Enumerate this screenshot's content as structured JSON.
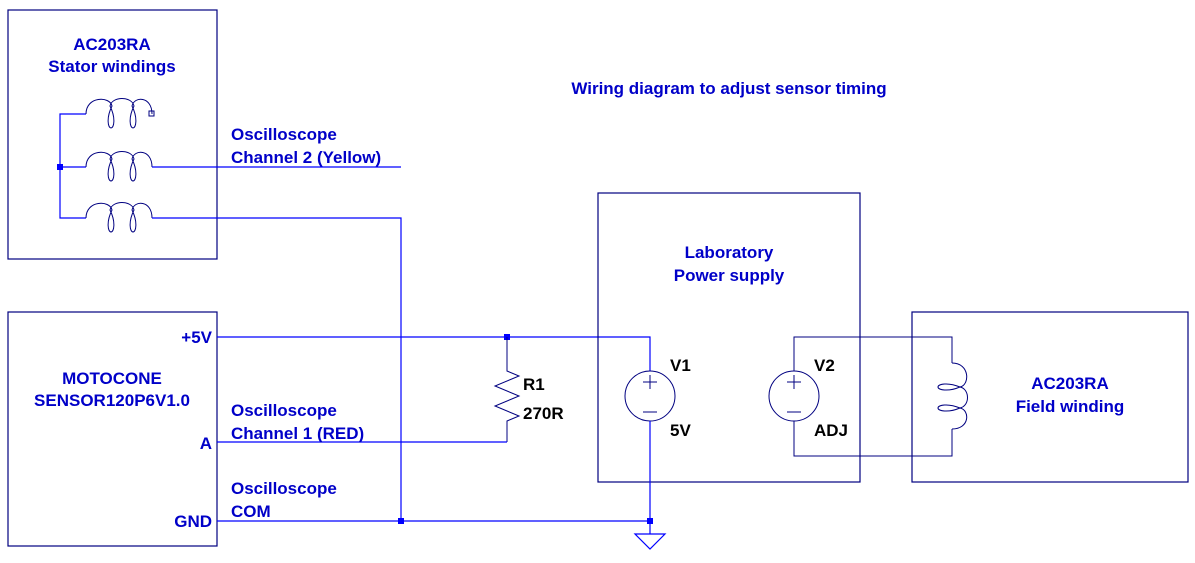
{
  "title": "Wiring diagram to adjust sensor timing",
  "blocks": {
    "stator": {
      "line1": "AC203RA",
      "line2": "Stator windings"
    },
    "sensor": {
      "line1": "MOTOCONE",
      "line2": "SENSOR120P6V1.0",
      "pins": [
        "+5V",
        "A",
        "GND"
      ]
    },
    "power_supply": {
      "line1": "Laboratory",
      "line2": "Power supply"
    },
    "field": {
      "line1": "AC203RA",
      "line2": "Field winding"
    }
  },
  "net_labels": {
    "ch2": {
      "line1": "Oscilloscope",
      "line2": "Channel 2 (Yellow)"
    },
    "ch1": {
      "line1": "Oscilloscope",
      "line2": "Channel 1 (RED)"
    },
    "com": {
      "line1": "Oscilloscope",
      "line2": "COM"
    }
  },
  "components": {
    "r1": {
      "name": "R1",
      "value": "270R"
    },
    "v1": {
      "name": "V1",
      "value": "5V"
    },
    "v2": {
      "name": "V2",
      "value": "ADJ"
    }
  },
  "colors": {
    "wire": "#0000ff",
    "box": "#000080",
    "text": "#0000c8",
    "component_text": "#000000"
  }
}
